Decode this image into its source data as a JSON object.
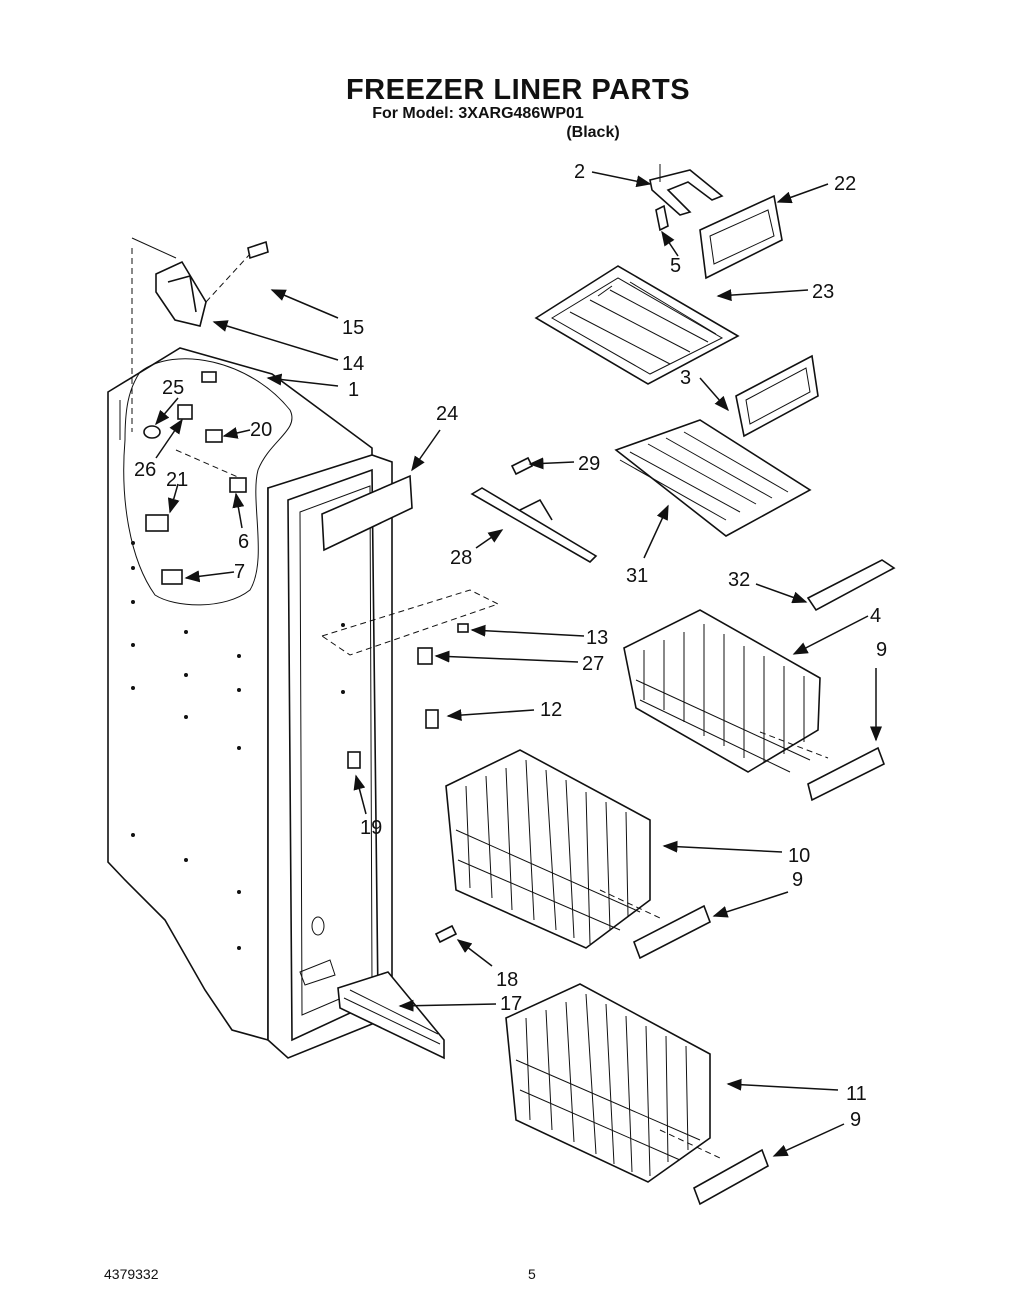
{
  "header": {
    "title": "FREEZER LINER PARTS",
    "model_line": "For Model: 3XARG486WP01",
    "color_line": "(Black)"
  },
  "callouts": [
    {
      "id": "c1",
      "text": "1"
    },
    {
      "id": "c2",
      "text": "2"
    },
    {
      "id": "c3",
      "text": "3"
    },
    {
      "id": "c4",
      "text": "4"
    },
    {
      "id": "c5",
      "text": "5"
    },
    {
      "id": "c6",
      "text": "6"
    },
    {
      "id": "c7",
      "text": "7"
    },
    {
      "id": "c9a",
      "text": "9"
    },
    {
      "id": "c9b",
      "text": "9"
    },
    {
      "id": "c9c",
      "text": "9"
    },
    {
      "id": "c10",
      "text": "10"
    },
    {
      "id": "c11",
      "text": "11"
    },
    {
      "id": "c12",
      "text": "12"
    },
    {
      "id": "c13",
      "text": "13"
    },
    {
      "id": "c14",
      "text": "14"
    },
    {
      "id": "c15",
      "text": "15"
    },
    {
      "id": "c17",
      "text": "17"
    },
    {
      "id": "c18",
      "text": "18"
    },
    {
      "id": "c19",
      "text": "19"
    },
    {
      "id": "c20",
      "text": "20"
    },
    {
      "id": "c21",
      "text": "21"
    },
    {
      "id": "c22",
      "text": "22"
    },
    {
      "id": "c23",
      "text": "23"
    },
    {
      "id": "c24",
      "text": "24"
    },
    {
      "id": "c25",
      "text": "25"
    },
    {
      "id": "c26",
      "text": "26"
    },
    {
      "id": "c27",
      "text": "27"
    },
    {
      "id": "c28",
      "text": "28"
    },
    {
      "id": "c29",
      "text": "29"
    },
    {
      "id": "c31",
      "text": "31"
    },
    {
      "id": "c32",
      "text": "32"
    }
  ],
  "footer": {
    "doc_number": "4379332",
    "page_number": "5"
  }
}
